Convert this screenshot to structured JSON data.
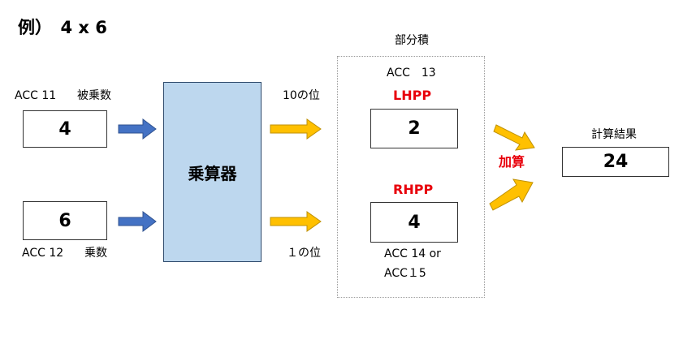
{
  "title": "例）　4 x 6",
  "multiplicand": {
    "acc_label": "ACC 11",
    "role_label": "被乗数",
    "value": "4"
  },
  "multiplier_operand": {
    "acc_label": "ACC 12",
    "role_label": "乗数",
    "value": "6"
  },
  "multiplier_unit": {
    "label": "乗算器"
  },
  "tens_place_label": "10の位",
  "ones_place_label": "１の位",
  "partial_products": {
    "group_label": "部分積",
    "acc_top_label": "ACC　13",
    "lhpp": {
      "label": "LHPP",
      "value": "2"
    },
    "rhpp": {
      "label": "RHPP",
      "value": "4"
    },
    "acc_bottom_line1": "ACC 14 or",
    "acc_bottom_line2": "ACC１5"
  },
  "adder_label": "加算",
  "result": {
    "label": "計算結果",
    "value": "24"
  },
  "colors": {
    "blue_arrow": "#4472c4",
    "yellow_arrow": "#ffc000",
    "multiplier_fill": "#bdd7ee",
    "red_text": "#e8000b"
  },
  "icons": {
    "input_arrow": "right-arrow-blue",
    "output_arrow": "right-arrow-yellow",
    "adder_arrow": "diagonal-arrow-yellow"
  }
}
